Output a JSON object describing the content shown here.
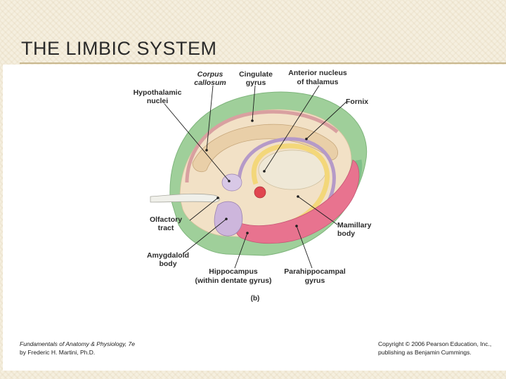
{
  "slide": {
    "title": "THE LIMBIC SYSTEM"
  },
  "figure": {
    "panel_label": "(b)",
    "labels": {
      "corpus_callosum": [
        "Corpus",
        "callosum"
      ],
      "cingulate_gyrus": [
        "Cingulate",
        "gyrus"
      ],
      "anterior_nucleus": [
        "Anterior nucleus",
        "of thalamus"
      ],
      "hypothalamic_nuclei": [
        "Hypothalamic",
        "nuclei"
      ],
      "fornix": [
        "Fornix"
      ],
      "olfactory_tract": [
        "Olfactory",
        "tract"
      ],
      "mamillary_body": [
        "Mamillary",
        "body"
      ],
      "amygdaloid_body": [
        "Amygdaloid",
        "body"
      ],
      "hippocampus": [
        "Hippocampus",
        "(within dentate gyrus)"
      ],
      "parahippocampal_gyrus": [
        "Parahippocampal",
        "gyrus"
      ]
    }
  },
  "footer": {
    "left_line1": "Fundamentals of Anatomy & Physiology, 7e",
    "left_line2": "by Frederic H. Martini, Ph.D.",
    "right_line1": "Copyright © 2006 Pearson Education, Inc.,",
    "right_line2": "publishing as Benjamin Cummings."
  },
  "colors": {
    "cortex_green": "#9fcf9a",
    "callosum_tan": "#efdcc0",
    "fornix_yellow": "#f3d77a",
    "fornix_purple": "#b59ac8",
    "hippocampus_pink": "#e8738f",
    "red_structure": "#e0454f"
  }
}
